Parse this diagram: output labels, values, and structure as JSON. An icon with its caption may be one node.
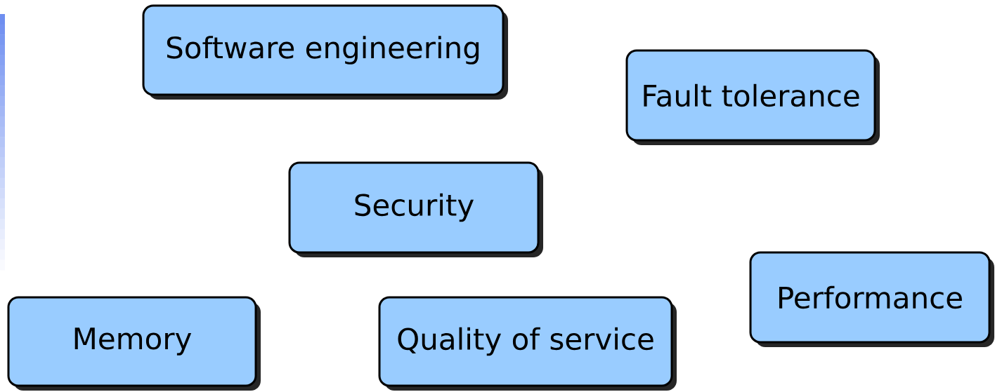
{
  "diagram": {
    "nodes": [
      {
        "text": [
          "Software engineering"
        ]
      },
      {
        "text": [
          "Fault tolerance"
        ]
      },
      {
        "text": [
          "Security"
        ]
      },
      {
        "text": [
          "Memory"
        ]
      },
      {
        "text": [
          "Quality of service"
        ]
      },
      {
        "text": [
          "Performance"
        ]
      }
    ]
  }
}
